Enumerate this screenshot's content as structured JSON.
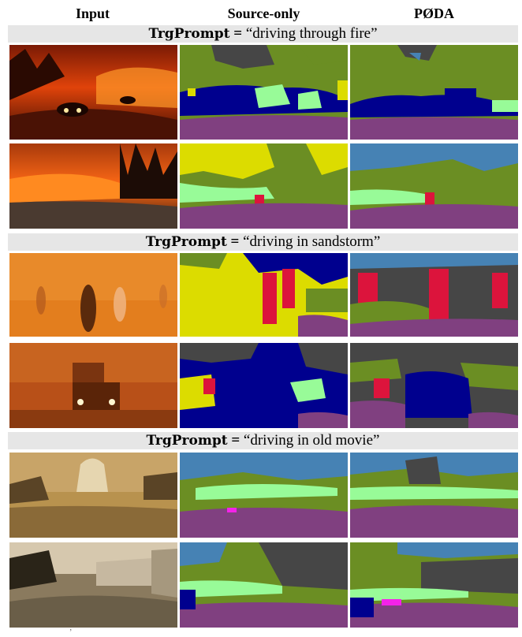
{
  "columns": {
    "input": "Input",
    "source_only": "Source-only",
    "poda": "PØDA"
  },
  "sections": [
    {
      "keyword": "TrgPrompt",
      "equals": "=",
      "prompt": "“driving through fire”"
    },
    {
      "keyword": "TrgPrompt",
      "equals": "=",
      "prompt": "“driving in sandstorm”"
    },
    {
      "keyword": "TrgPrompt",
      "equals": "=",
      "prompt": "“driving in old movie”"
    }
  ],
  "palette": {
    "sky": "#4682b4",
    "vegetation": "#6b8e23",
    "road": "#804080",
    "sidewalk": "#f423e8",
    "building": "#464646",
    "car": "#00008e",
    "person": "#dc143c",
    "terrain": "#98fb98",
    "pole": "#999999",
    "sign": "#dcdc00",
    "bus": "#003c64",
    "wall": "#be9999"
  },
  "footmark": "’"
}
